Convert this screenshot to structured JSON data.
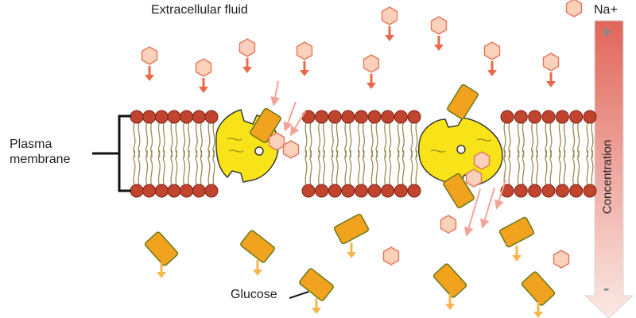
{
  "labels": {
    "extracellular": "Extracellular fluid",
    "plasma_membrane": "Plasma membrane",
    "glucose": "Glucose",
    "sodium_ion": "Na+",
    "concentration": "Concentration",
    "gradient_high": "+",
    "gradient_low": "-"
  },
  "colors": {
    "phospholipid_head": "#c1442e",
    "lipid_tail": "#9b8a52",
    "sodium_fill": "#fbd1bb",
    "sodium_stroke": "#e36f52",
    "sodium_arrow": "#ea6a47",
    "glucose_fill": "#f1a21e",
    "glucose_stroke": "#6a7a1a",
    "glucose_arrow": "#f7b64d",
    "transporter_fill": "#f7e318",
    "transporter_stroke": "#3b3b3b",
    "gradient_top": "#e0665a",
    "gradient_bottom": "#fbe9e4"
  },
  "icons": [
    "sodium-ion-icon",
    "glucose-molecule-icon",
    "symporter-protein-icon",
    "concentration-arrow-icon"
  ]
}
